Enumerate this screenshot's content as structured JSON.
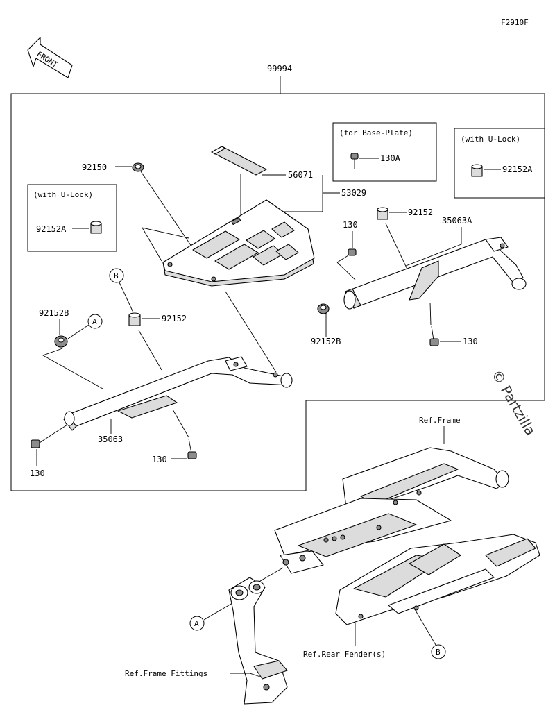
{
  "figure_code": "F2910F",
  "front_label": "FRONT",
  "assembly_number": "99994",
  "watermark": "© Partzilla",
  "callouts": {
    "p92150": "92150",
    "p56071": "56071",
    "p53029": "53029",
    "p130_top": "130",
    "p92152_right": "92152",
    "p35063A": "35063A",
    "p92152B_right": "92152B",
    "p130_right": "130",
    "p92152B_left": "92152B",
    "p92152_left": "92152",
    "p35063": "35063",
    "p130_lower": "130",
    "p130_left": "130",
    "p130A": "130A",
    "p92152A_left": "92152A",
    "p92152A_right": "92152A"
  },
  "notes": {
    "base_plate": "(for Base-Plate)",
    "u_lock_left": "(with U-Lock)",
    "u_lock_right": "(with U-Lock)"
  },
  "refs": {
    "frame": "Ref.Frame",
    "rear_fender": "Ref.Rear Fender(s)",
    "frame_fittings": "Ref.Frame Fittings"
  },
  "markers": {
    "a": "A",
    "b": "B"
  }
}
